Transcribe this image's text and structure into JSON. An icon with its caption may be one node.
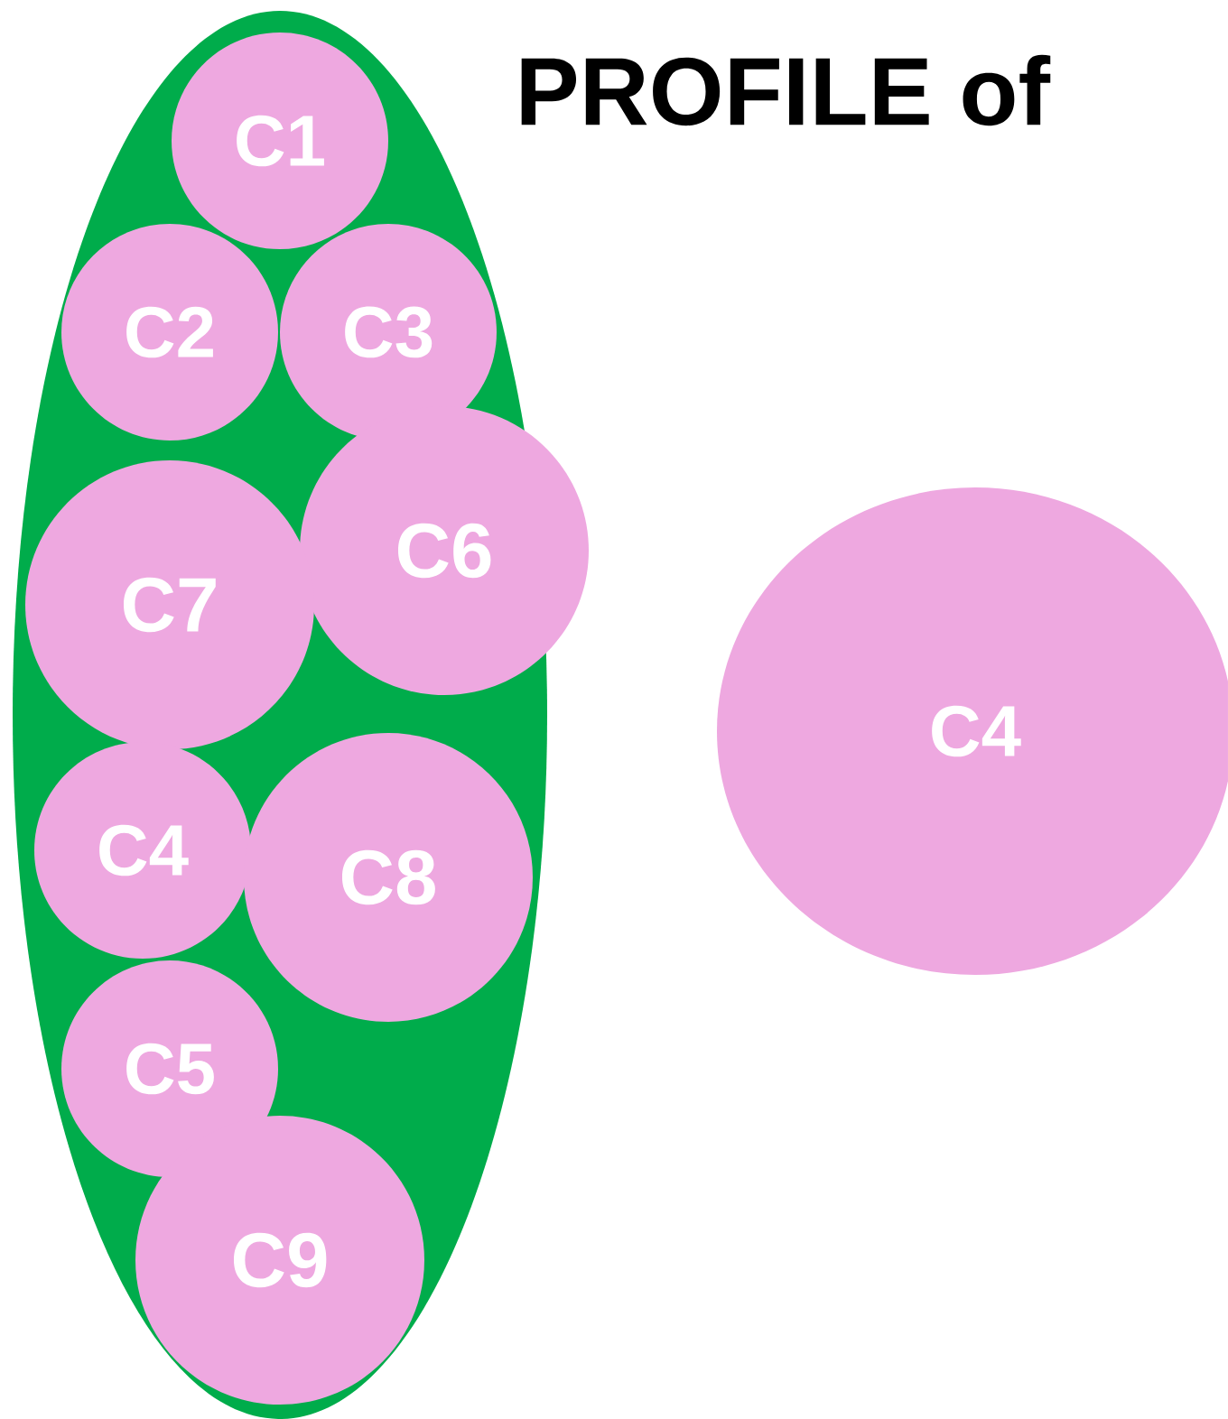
{
  "diagram": {
    "title": "PROFILE of",
    "nodes": [
      {
        "text": [],
        "shape": "ellipse"
      },
      {
        "text": [
          "C1"
        ],
        "in": 0
      },
      {
        "text": [
          "C2"
        ],
        "in": 0
      },
      {
        "text": [
          "C3"
        ],
        "in": 0
      },
      {
        "text": [
          "C6"
        ]
      },
      {
        "text": [
          "C7"
        ],
        "in": 0
      },
      {
        "text": [
          "C4"
        ],
        "in": 0
      },
      {
        "text": [
          "C8"
        ],
        "in": 0
      },
      {
        "text": [
          "C5"
        ],
        "in": 0
      },
      {
        "text": [
          "C9"
        ],
        "in": 0
      },
      {
        "text": [
          "C4"
        ]
      }
    ]
  }
}
